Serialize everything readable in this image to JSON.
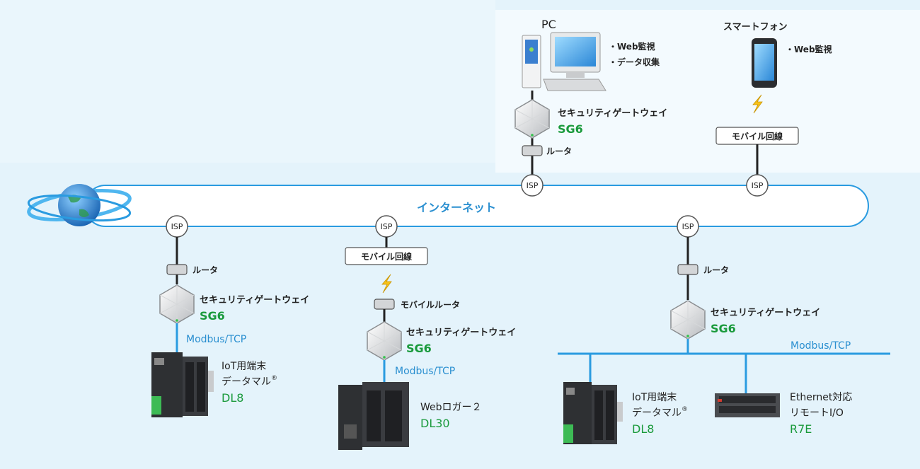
{
  "internet": {
    "label": "インターネット"
  },
  "isp_label": "ISP",
  "router_label": "ルータ",
  "mobile_router_label": "モバイルルータ",
  "mobile_line_label": "モバイル回線",
  "security_gateway": {
    "label": "セキュリティゲートウェイ",
    "model": "SG6"
  },
  "protocol": "Modbus/TCP",
  "pc": {
    "title": "PC",
    "functions": [
      "・Web監視",
      "・データ収集"
    ]
  },
  "smartphone": {
    "title": "スマートフォン",
    "functions": [
      "・Web監視"
    ]
  },
  "devices": {
    "dl8": {
      "line1": "IoT用端末",
      "line2": "データマル",
      "reg": "®",
      "model": "DL8"
    },
    "dl30": {
      "line1": "Webロガー２",
      "model": "DL30"
    },
    "r7e": {
      "line1": "Ethernet対応",
      "line2": "リモートI/O",
      "model": "R7E"
    }
  },
  "colors": {
    "background": "#e4f3fb",
    "line_blue": "#2a9be0",
    "model_green": "#1a9a3c",
    "protocol_blue": "#2a8fd0"
  },
  "icons": [
    "globe-icon",
    "pc-icon",
    "smartphone-icon",
    "lightning-icon",
    "gateway-icon",
    "router-icon",
    "controller-icon",
    "remote-io-icon"
  ]
}
